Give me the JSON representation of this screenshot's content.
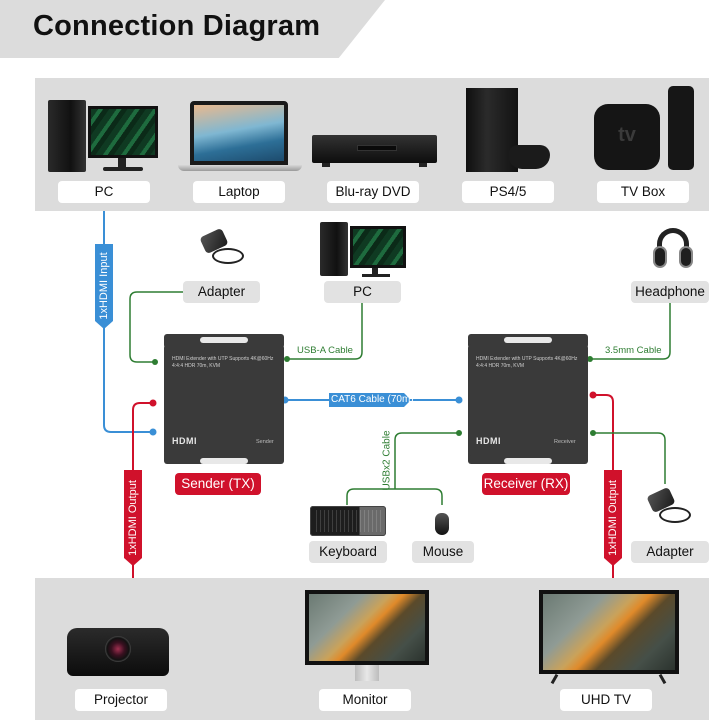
{
  "title": "Connection Diagram",
  "colors": {
    "hdmi_input": "#3a8fd6",
    "hdmi_output": "#d0112b",
    "cat6": "#3a8fd6",
    "usb_power_audio": "#2e7d32",
    "panel_bg": "#dcdcdc",
    "device_box": "#3a3a3a"
  },
  "sources": [
    {
      "label": "PC",
      "icon": "desktop-pc-icon"
    },
    {
      "label": "Laptop",
      "icon": "laptop-icon"
    },
    {
      "label": "Blu-ray DVD",
      "icon": "bluray-player-icon"
    },
    {
      "label": "PS4/5",
      "icon": "game-console-icon"
    },
    {
      "label": "TV Box",
      "icon": "apple-tv-icon"
    }
  ],
  "sender_side": {
    "adapter_label": "Adapter",
    "pc_label": "PC",
    "usb_cable_label": "USB-A Cable",
    "input_cable_label": "1xHDMI Input",
    "output_cable_label": "1xHDMI Output",
    "device": {
      "label": "Sender (TX)",
      "description_line1": "HDMI Extender with UTP Supports 4K@60Hz",
      "description_line2": "4:4:4 HDR 70m, KVM",
      "brand": "HDMI",
      "role": "Sender"
    }
  },
  "link": {
    "cat6_label": "CAT6 Cable (70m)",
    "usb_x2_label": "USBx2 Cable"
  },
  "receiver_side": {
    "headphone_label": "Headphone",
    "audio_cable_label": "3.5mm Cable",
    "output_cable_label": "1xHDMI Output",
    "adapter_label": "Adapter",
    "keyboard_label": "Keyboard",
    "mouse_label": "Mouse",
    "device": {
      "label": "Receiver (RX)",
      "description_line1": "HDMI Extender with UTP Supports 4K@60Hz",
      "description_line2": "4:4:4 HDR 70m, KVM",
      "brand": "HDMI",
      "role": "Receiver"
    }
  },
  "displays": [
    {
      "label": "Projector",
      "icon": "projector-icon"
    },
    {
      "label": "Monitor",
      "icon": "monitor-icon"
    },
    {
      "label": "UHD TV",
      "icon": "uhd-tv-icon"
    }
  ]
}
